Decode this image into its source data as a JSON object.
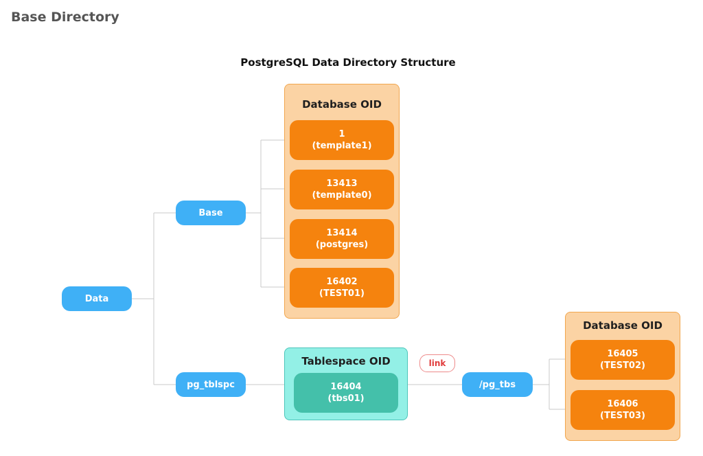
{
  "page": {
    "heading": "Base Directory"
  },
  "diagram": {
    "title": "PostgreSQL Data Directory Structure",
    "nodes": {
      "data": "Data",
      "base": "Base",
      "pg_tblspc": "pg_tblspc",
      "pg_tbs": "/pg_tbs"
    },
    "link_label": "link",
    "base_panel": {
      "title": "Database OID",
      "items": [
        {
          "oid": "1",
          "name": "(template1)"
        },
        {
          "oid": "13413",
          "name": "(template0)"
        },
        {
          "oid": "13414",
          "name": "(postgres)"
        },
        {
          "oid": "16402",
          "name": "(TEST01)"
        }
      ]
    },
    "tablespace_panel": {
      "title": "Tablespace OID",
      "items": [
        {
          "oid": "16404",
          "name": "(tbs01)"
        }
      ]
    },
    "tbs_panel": {
      "title": "Database OID",
      "items": [
        {
          "oid": "16405",
          "name": "(TEST02)"
        },
        {
          "oid": "16406",
          "name": "(TEST03)"
        }
      ]
    },
    "colors": {
      "node_blue": "#3fb0f6",
      "oid_orange": "#f5830e",
      "panel_orange": "#fbd3a4",
      "oid_teal": "#44c0aa",
      "panel_teal": "#93f0e6",
      "link_red": "#e03c3c"
    }
  }
}
